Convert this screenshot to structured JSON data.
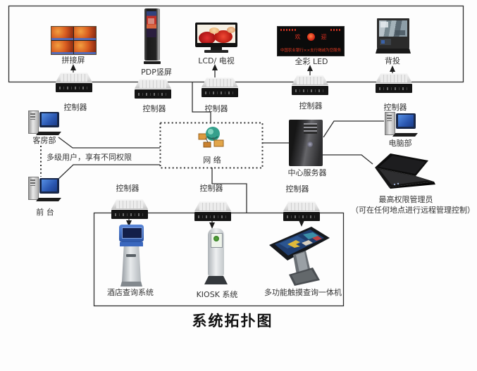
{
  "title": "系统拓扑图",
  "labels": {
    "controller": "控制器",
    "video_wall": "拼接屏",
    "pdp": "PDP竖屏",
    "lcd": "LCD/ 电视",
    "led": "全彩 LED",
    "rear_projection": "背投",
    "room_dept": "客房部",
    "multi_user_note": "多级用户，享有不同权限",
    "front_desk": "前 台",
    "network": "网 络",
    "central_server": "中心服务器",
    "computer_dept": "电脑部",
    "admin_line1": "最高权限管理员",
    "admin_line2": "（可在任何地点进行远程管理控制）",
    "hotel_query": "酒店查询系统",
    "kiosk": "KIOSK 系统",
    "touch_all_in_one": "多功能触摸查询一体机"
  },
  "led_screen": {
    "center_left": "欢",
    "center_right": "迎",
    "bottom": "中国农业银行××支行竭诚为您服务"
  }
}
